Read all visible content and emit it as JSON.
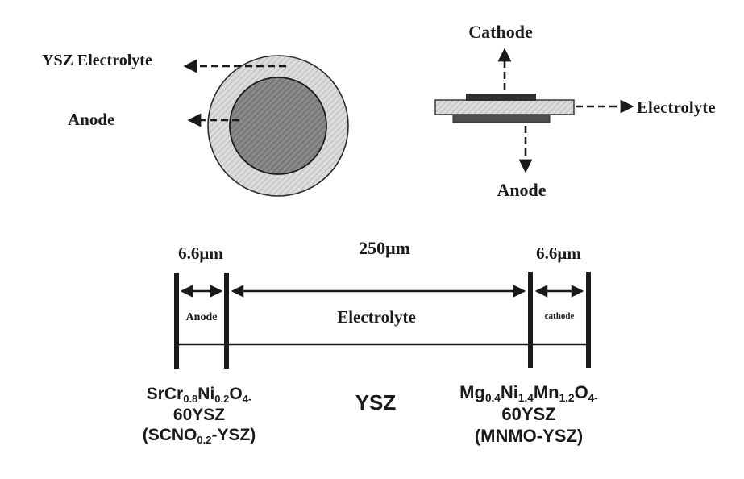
{
  "top_view": {
    "electrolyte_label": "YSZ Electrolyte",
    "anode_label": "Anode"
  },
  "side_view": {
    "cathode_label": "Cathode",
    "electrolyte_label": "Electrolyte",
    "anode_label": "Anode"
  },
  "schematic": {
    "anode_thickness": "6.6μm",
    "electrolyte_thickness": "250μm",
    "cathode_thickness": "6.6μm",
    "anode_layer_label": "Anode",
    "electrolyte_layer_label": "Electrolyte",
    "cathode_layer_label": "cathode",
    "anode_material": {
      "formula": "SrCr_{0.8}Ni_{0.2}O_{4-}",
      "line2": "60YSZ",
      "line3": "(SCNO_{0.2}-YSZ)"
    },
    "electrolyte_material": "YSZ",
    "cathode_material": {
      "formula": "Mg_{0.4}Ni_{1.4}Mn_{1.2}O_{4-}",
      "line2": "60YSZ",
      "line3": "(MNMO-YSZ)"
    }
  },
  "colors": {
    "ink": "#1a1a1a",
    "electrolyte_hatch": "#dcdcdc",
    "anode_hatch": "#8a8a8a",
    "cathode_strip": "#2e2e2e",
    "anode_strip": "#4d4d4d"
  }
}
